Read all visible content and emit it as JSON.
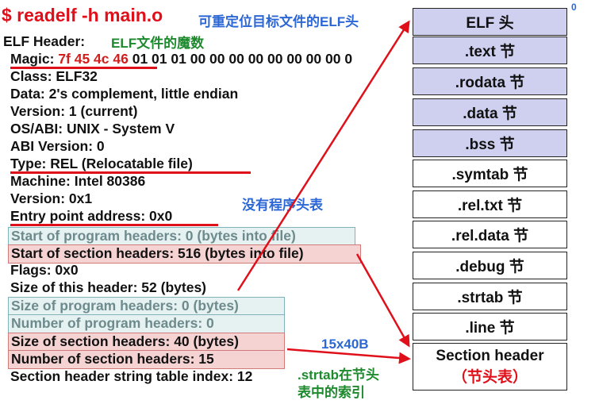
{
  "command": "$ readelf -h main.o",
  "annotations": {
    "relocatable_elf_header": "可重定位目标文件的ELF头",
    "elf_magic": "ELF文件的魔数",
    "no_program_header_table": "没有程序头表",
    "size_15x40": "15x40B",
    "strtab_index_line1": ".strtab在节头",
    "strtab_index_line2": "表中的索引"
  },
  "corner_label": "0",
  "header_lines": {
    "elf_header": "ELF Header:",
    "magic_label": "Magic:",
    "magic_bytes": "7f 45 4c 46",
    "magic_rest": "01 01 01 00 00 00 00 00 00 00 00 0",
    "class": "Class:     ELF32",
    "data": "Data:      2's complement, little endian",
    "version": "Version: 1 (current)",
    "os_abi": "OS/ABI:  UNIX - System V",
    "abi_version": "ABI Version:    0",
    "type": "Type:    REL (Relocatable file)",
    "machine": "Machine:   Intel 80386",
    "version2": "Version:    0x1",
    "entry_point": "Entry point address:  0x0",
    "start_program_headers": "Start of program headers:  0 (bytes into file)",
    "start_section_headers": "Start of section headers:   516 (bytes into file)",
    "flags": "Flags:    0x0",
    "size_this_header": "Size of this header:   52 (bytes)",
    "size_program_headers": "Size of program headers:   0 (bytes)",
    "num_program_headers": "Number of program headers:   0",
    "size_section_headers": "Size of section headers:    40 (bytes)",
    "num_section_headers": "Number of section headers:   15",
    "shstrndx": "Section header string table index: 12"
  },
  "elf_layout": [
    {
      "label": "ELF 头",
      "color": "#cfcff0"
    },
    {
      "label": ".text 节",
      "color": "#cfcff0"
    },
    {
      "label": ".rodata 节",
      "color": "#cfcff0"
    },
    {
      "label": ".data 节",
      "color": "#cfcff0"
    },
    {
      "label": ".bss 节",
      "color": "#cfcff0"
    },
    {
      "label": ".symtab 节",
      "color": "#ffffff"
    },
    {
      "label": ".rel.txt 节",
      "color": "#ffffff"
    },
    {
      "label": ".rel.data 节",
      "color": "#ffffff"
    },
    {
      "label": ".debug 节",
      "color": "#ffffff"
    },
    {
      "label": ".strtab 节",
      "color": "#ffffff"
    },
    {
      "label": ".line 节",
      "color": "#ffffff"
    }
  ],
  "section_header_table": {
    "label": "Section header",
    "sub_label": "（节头表）"
  }
}
